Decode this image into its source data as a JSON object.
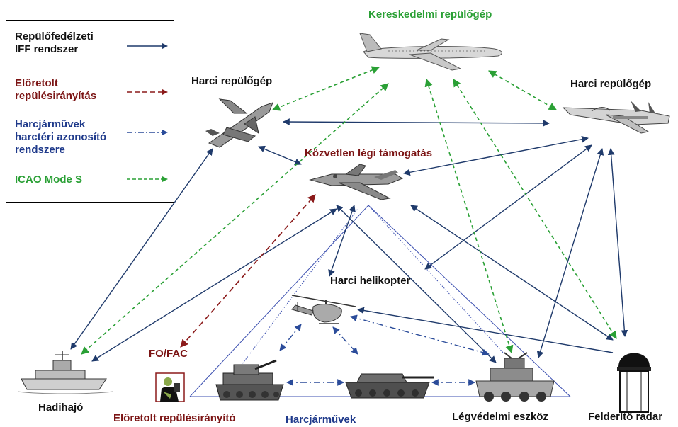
{
  "colors": {
    "iff": "#1f3a6b",
    "guidance": "#8b1a1a",
    "btid": "#2b4c9a",
    "mode_s": "#2aa035",
    "blue_line": "#3b4fb0",
    "label_dark": "#111111",
    "label_green": "#2aa035",
    "label_red": "#7b1414",
    "label_blue": "#1f3a8b"
  },
  "legend": {
    "items": [
      {
        "text": "Repülőfedélzeti\nIFF rendszer",
        "color_key": "label_dark",
        "line": "iff"
      },
      {
        "text": "Előretolt\nrepülésirányítás",
        "color_key": "label_red",
        "line": "guidance"
      },
      {
        "text": "Harcjárművek\nharctéri azonosító\nrendszere",
        "color_key": "label_blue",
        "line": "btid"
      },
      {
        "text": "ICAO Mode S",
        "color_key": "label_green",
        "line": "mode_s"
      }
    ]
  },
  "labels": {
    "airliner": "Kereskedelmi repülőgép",
    "fighter_left": "Harci repülőgép",
    "fighter_right": "Harci repülőgép",
    "cas": "Közvetlen légi támogatás",
    "helicopter": "Harci helikopter",
    "fofac": "FO/FAC",
    "warship": "Hadihajó",
    "controller": "Előretolt repülésirányító",
    "vehicles": "Harcjárművek",
    "air_defense": "Légvédelmi eszköz",
    "radar": "Felderítő radar"
  },
  "icons": {
    "airliner": "airliner-icon",
    "fighter_left": "fighter-jet-icon",
    "fighter_right": "fighter-jet-icon",
    "cas": "attack-jet-icon",
    "helicopter": "helicopter-icon",
    "warship": "warship-icon",
    "controller": "soldier-icon",
    "tank1": "tank-icon",
    "tank2": "tank-icon",
    "air_defense": "air-defense-vehicle-icon",
    "radar": "radar-dome-icon"
  }
}
